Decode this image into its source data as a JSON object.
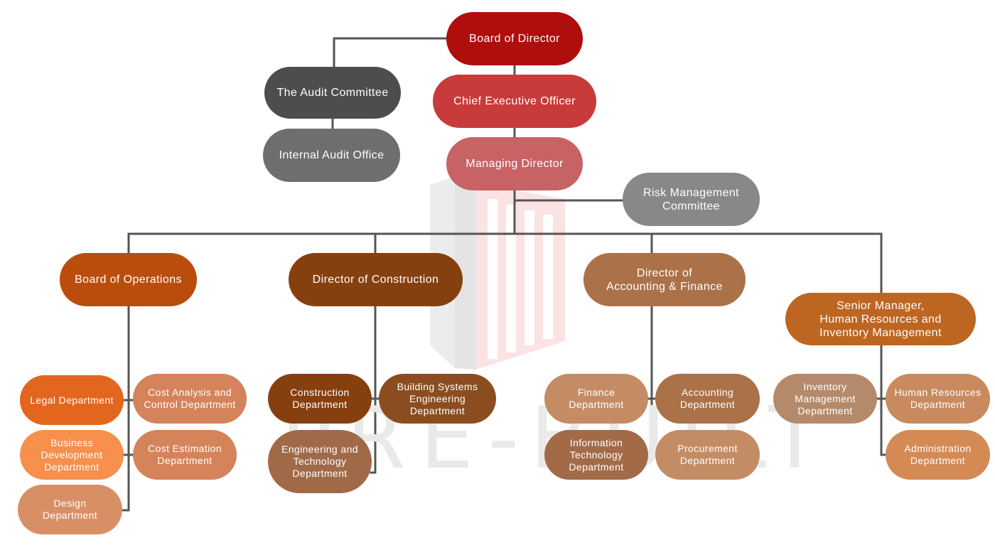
{
  "watermark": {
    "text": "PRE-BUILT",
    "logo": "building-logo"
  },
  "colors": {
    "connector": "#555555",
    "board": "#B00D0D",
    "ceo": "#C93A3A",
    "md": "#C76265",
    "audit_dark": "#4D4D4D",
    "audit_light": "#6E6E6E",
    "risk": "#8A8787",
    "ops": "#BA4D0C",
    "construction": "#86400F",
    "finance": "#AB7148",
    "hr": "#BD6622"
  },
  "nodes": {
    "board": "Board of Director",
    "audit_committee": "The Audit Committee",
    "ceo": "Chief Executive Officer",
    "internal_audit": "Internal Audit Office",
    "md": "Managing Director",
    "risk": "Risk Management\nCommittee",
    "ops": "Board of Operations",
    "construction": "Director of Construction",
    "finance": "Director of\nAccounting & Finance",
    "hr": "Senior Manager,\nHuman Resources and\nInventory Management",
    "legal": "Legal Department",
    "cost_analysis": "Cost Analysis and\nControl Department",
    "bizdev": "Business\nDevelopment\nDepartment",
    "cost_est": "Cost Estimation\nDepartment",
    "design": "Design\nDepartment",
    "constr_dept": "Construction\nDepartment",
    "bldg_sys": "Building Systems\nEngineering\nDepartment",
    "eng_tech": "Engineering and\nTechnology\nDepartment",
    "finance_dept": "Finance\nDepartment",
    "accounting": "Accounting\nDepartment",
    "it": "Information\nTechnology\nDepartment",
    "procurement": "Procurement\nDepartment",
    "inventory": "Inventory\nManagement\nDepartment",
    "hr_dept": "Human Resources\nDepartment",
    "admin": "Administration\nDepartment"
  }
}
